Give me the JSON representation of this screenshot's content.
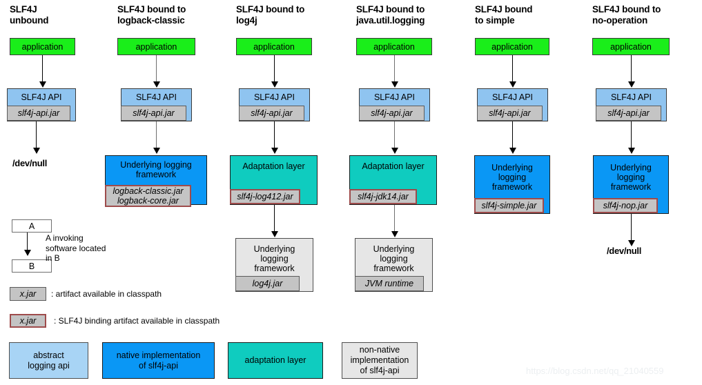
{
  "diagram": {
    "title_rows": [
      "SLF4J\nunbound",
      "SLF4J bound to\nlogback-classic",
      "SLF4J bound to\nlog4j",
      "SLF4J bound to\njava.util.logging",
      "SLF4J bound\nto simple",
      "SLF4J bound to\nno-operation"
    ],
    "application_label": "application",
    "api_label": "SLF4J API",
    "api_jar_label": "slf4j-api.jar",
    "devnull_label": "/dev/null",
    "underlying_label_wide": "Underlying logging\nframework",
    "underlying_label_narrow": "Underlying\nlogging\nframework",
    "adaptation_label": "Adaptation layer",
    "columns": [
      {
        "name": "unbound",
        "title": "SLF4J\nunbound",
        "terminal": "/dev/null",
        "boxes": []
      },
      {
        "name": "logback-classic",
        "title": "SLF4J bound to\nlogback-classic",
        "terminal": "",
        "boxes": [
          {
            "kind": "native",
            "label": "Underlying logging\nframework",
            "jar": "logback-classic.jar\nlogback-core.jar",
            "jar_binding": true
          }
        ]
      },
      {
        "name": "log4j",
        "title": "SLF4J bound to\nlog4j",
        "terminal": "",
        "boxes": [
          {
            "kind": "adapt",
            "label": "Adaptation layer",
            "jar": "slf4j-log412.jar",
            "jar_binding": true
          },
          {
            "kind": "nonnative",
            "label": "Underlying\nlogging\nframework",
            "jar": "log4j.jar",
            "jar_binding": false
          }
        ]
      },
      {
        "name": "java.util.logging",
        "title": "SLF4J bound to\njava.util.logging",
        "terminal": "",
        "boxes": [
          {
            "kind": "adapt",
            "label": "Adaptation layer",
            "jar": "slf4j-jdk14.jar",
            "jar_binding": true
          },
          {
            "kind": "nonnative",
            "label": "Underlying\nlogging\nframework",
            "jar": "JVM runtime",
            "jar_binding": false
          }
        ]
      },
      {
        "name": "simple",
        "title": "SLF4J bound\nto simple",
        "terminal": "",
        "boxes": [
          {
            "kind": "native",
            "label": "Underlying\nlogging\nframework",
            "jar": "slf4j-simple.jar",
            "jar_binding": true
          }
        ]
      },
      {
        "name": "no-operation",
        "title": "SLF4J bound to\nno-operation",
        "terminal": "/dev/null",
        "boxes": [
          {
            "kind": "native",
            "label": "Underlying\nlogging\nframework",
            "jar": "slf4j-nop.jar",
            "jar_binding": true
          }
        ]
      }
    ]
  },
  "legend": {
    "invoke": {
      "box_a": "A",
      "box_b": "B",
      "description": "A invoking\nsoftware located\nin B"
    },
    "artifact": {
      "chip": "x.jar",
      "description": ": artifact available in classpath"
    },
    "binding_artifact": {
      "chip": "x.jar",
      "description": ": SLF4J binding artifact available in classpath"
    },
    "swatches": [
      {
        "name": "abstract-logging-api",
        "label": "abstract\nlogging api",
        "color": "#a8d4f5"
      },
      {
        "name": "native-implementation",
        "label": "native implementation\nof slf4j-api",
        "color": "#0a97f5"
      },
      {
        "name": "adaptation-layer",
        "label": "adaptation layer",
        "color": "#0fccbf"
      },
      {
        "name": "non-native-implementation",
        "label": "non-native\nimplementation\nof slf4j-api",
        "color": "#e6e6e6"
      }
    ]
  },
  "watermark": "https://blog.csdn.net/qq_21040559"
}
